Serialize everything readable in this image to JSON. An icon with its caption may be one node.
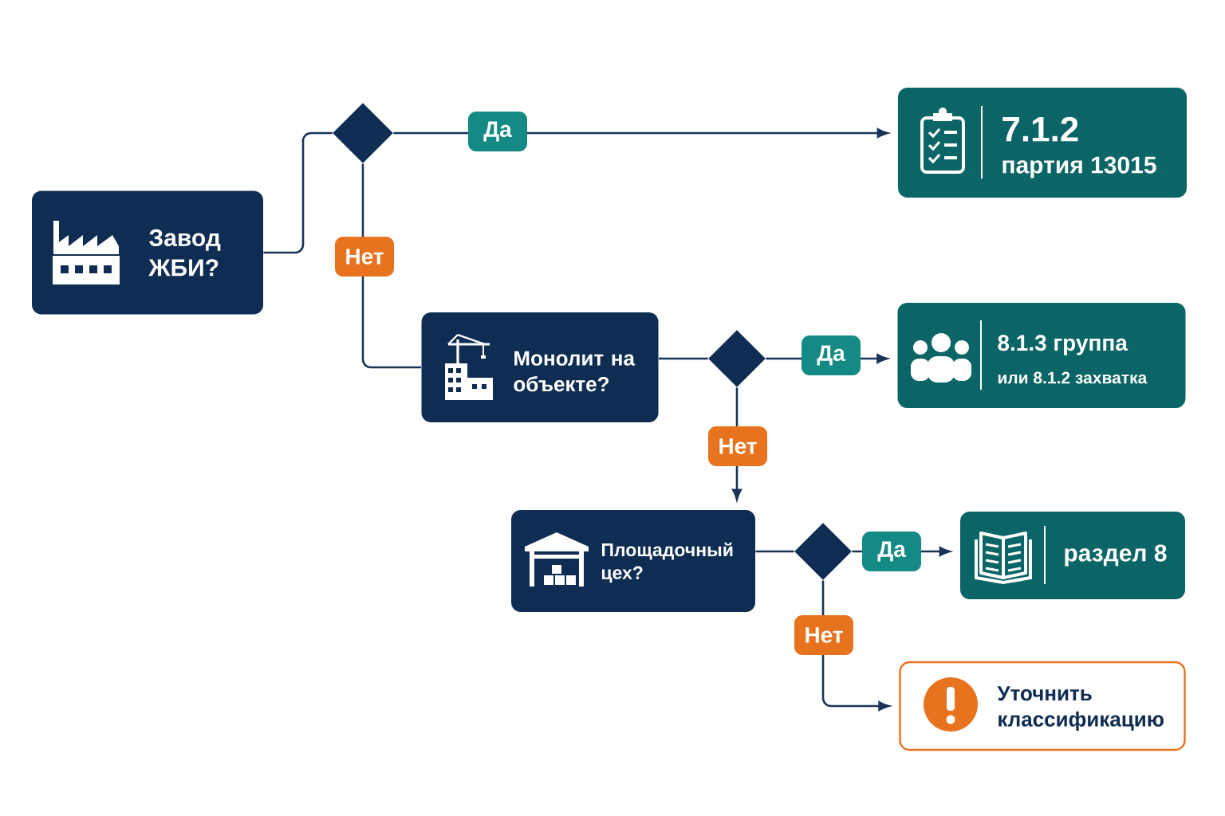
{
  "diagram": {
    "nodes": [
      {
        "text": [
          "Завод ЖБИ?"
        ]
      },
      {
        "text": [],
        "shape": "diamond"
      },
      {
        "text": [
          "7.1.2",
          "партия 13015"
        ]
      },
      {
        "text": [
          "Монолит на объекте?"
        ]
      },
      {
        "text": [],
        "shape": "diamond"
      },
      {
        "text": [
          "8.1.3 группа",
          "или 8.1.2 захватка"
        ]
      },
      {
        "text": [
          "Площадочный цех?"
        ]
      },
      {
        "text": [],
        "shape": "diamond"
      },
      {
        "text": [
          "раздел 8"
        ]
      },
      {
        "text": [
          "Уточнить классификацию"
        ]
      }
    ],
    "edges": [
      {
        "from": 0,
        "to": 1,
        "arrow": "none"
      },
      {
        "from": 1,
        "to": 2,
        "arrow": "to",
        "label": "Да"
      },
      {
        "from": 1,
        "to": 3,
        "arrow": "none",
        "label": "Нет"
      },
      {
        "from": 3,
        "to": 4,
        "arrow": "none"
      },
      {
        "from": 4,
        "to": 5,
        "arrow": "to",
        "label": "Да"
      },
      {
        "from": 4,
        "to": 6,
        "arrow": "to",
        "label": "Нет"
      },
      {
        "from": 6,
        "to": 7,
        "arrow": "none"
      },
      {
        "from": 7,
        "to": 8,
        "arrow": "to",
        "label": "Да"
      },
      {
        "from": 7,
        "to": 9,
        "arrow": "to",
        "label": "Нет"
      }
    ]
  }
}
